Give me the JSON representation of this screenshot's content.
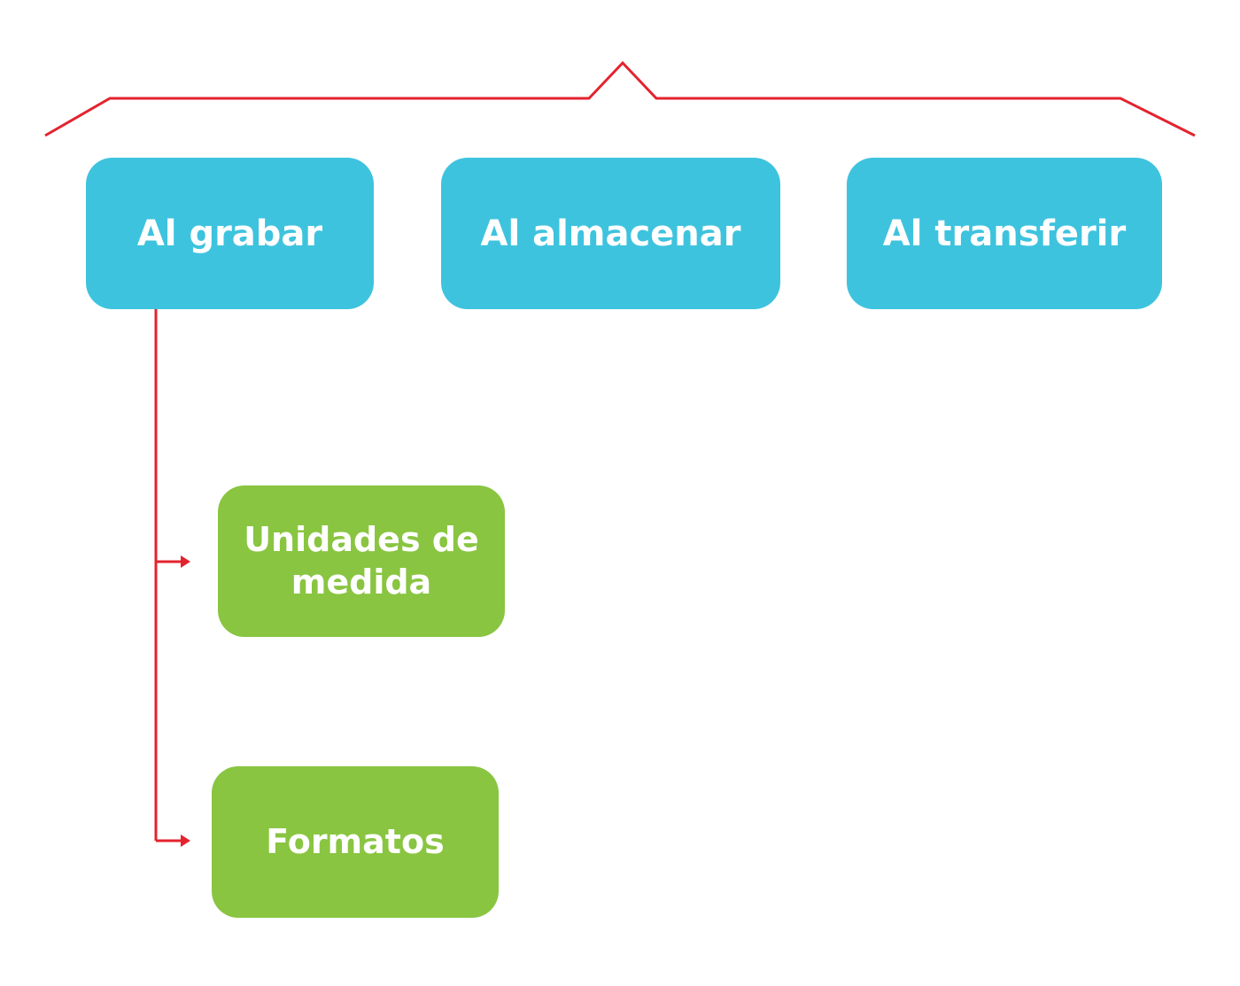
{
  "colors": {
    "primary_box": "#3ec3de",
    "secondary_box": "#89c541",
    "connector": "#e3232e",
    "text": "#ffffff"
  },
  "nodes": {
    "grabar": "Al grabar",
    "almacenar": "Al almacenar",
    "transferir": "Al transferir",
    "unidades": "Unidades de medida",
    "formatos": "Formatos"
  }
}
